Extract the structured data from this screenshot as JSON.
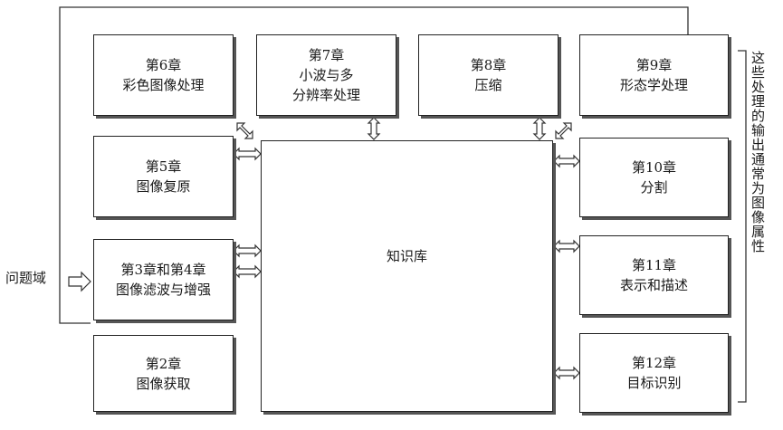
{
  "knowledge_base": {
    "label": "知识库"
  },
  "problem_domain": {
    "label": "问题域"
  },
  "side_note": {
    "text": "这些处理的输出通常为图像属性"
  },
  "chapters": {
    "ch6": {
      "num": "第6章",
      "title": "彩色图像处理"
    },
    "ch7": {
      "num": "第7章",
      "title_line1": "小波与多",
      "title_line2": "分辨率处理"
    },
    "ch8": {
      "num": "第8章",
      "title": "压缩"
    },
    "ch9": {
      "num": "第9章",
      "title": "形态学处理"
    },
    "ch5": {
      "num": "第5章",
      "title": "图像复原"
    },
    "ch10": {
      "num": "第10章",
      "title": "分割"
    },
    "ch34": {
      "num": "第3章和第4章",
      "title": "图像滤波与增强"
    },
    "ch11": {
      "num": "第11章",
      "title": "表示和描述"
    },
    "ch2": {
      "num": "第2章",
      "title": "图像获取"
    },
    "ch12": {
      "num": "第12章",
      "title": "目标识别"
    }
  }
}
